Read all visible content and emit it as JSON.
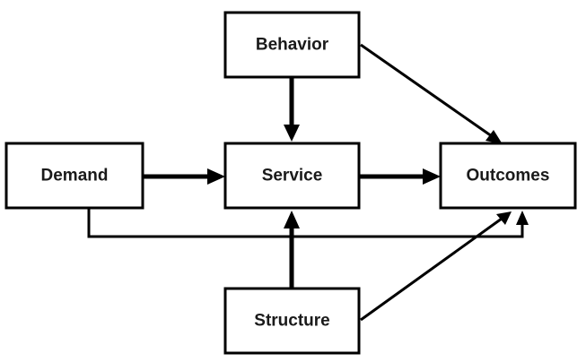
{
  "nodes": {
    "behavior": "Behavior",
    "demand": "Demand",
    "service": "Service",
    "outcomes": "Outcomes",
    "structure": "Structure"
  },
  "edges": [
    {
      "from": "Behavior",
      "to": "Service",
      "style": "thick"
    },
    {
      "from": "Behavior",
      "to": "Outcomes",
      "style": "thin"
    },
    {
      "from": "Demand",
      "to": "Service",
      "style": "thick"
    },
    {
      "from": "Service",
      "to": "Outcomes",
      "style": "thick"
    },
    {
      "from": "Demand",
      "to": "Outcomes",
      "style": "thin"
    },
    {
      "from": "Structure",
      "to": "Service",
      "style": "thick"
    },
    {
      "from": "Structure",
      "to": "Outcomes",
      "style": "thin"
    }
  ]
}
